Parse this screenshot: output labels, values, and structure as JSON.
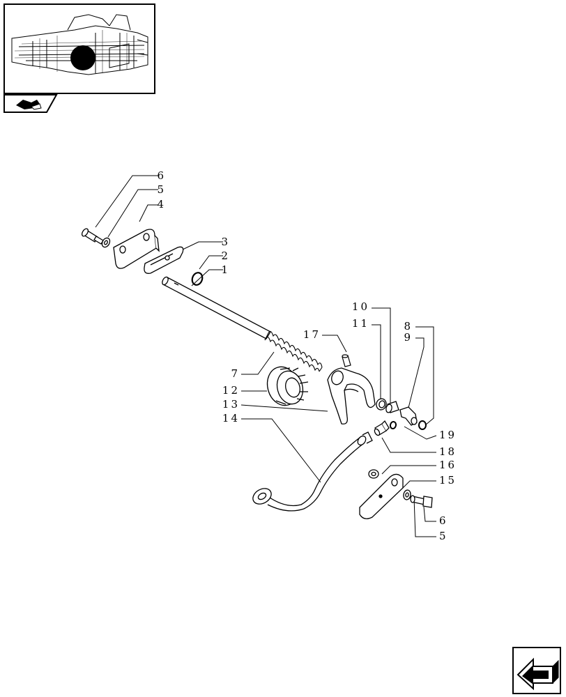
{
  "callouts": [
    {
      "id": "c6a",
      "label": "6"
    },
    {
      "id": "c5a",
      "label": "5"
    },
    {
      "id": "c4",
      "label": "4"
    },
    {
      "id": "c3",
      "label": "3"
    },
    {
      "id": "c2",
      "label": "2"
    },
    {
      "id": "c1",
      "label": "1"
    },
    {
      "id": "c10",
      "label": "10"
    },
    {
      "id": "c11",
      "label": "11"
    },
    {
      "id": "c8",
      "label": "8"
    },
    {
      "id": "c9",
      "label": "9"
    },
    {
      "id": "c17",
      "label": "17"
    },
    {
      "id": "c7",
      "label": "7"
    },
    {
      "id": "c12",
      "label": "12"
    },
    {
      "id": "c13",
      "label": "13"
    },
    {
      "id": "c14",
      "label": "14"
    },
    {
      "id": "c19",
      "label": "19"
    },
    {
      "id": "c18",
      "label": "18"
    },
    {
      "id": "c16",
      "label": "16"
    },
    {
      "id": "c15",
      "label": "15"
    },
    {
      "id": "c6b",
      "label": "6"
    },
    {
      "id": "c5b",
      "label": "5"
    }
  ],
  "icons": {
    "thumbnail": "transmission-assembly-thumbnail",
    "tab": "tractor-tab-icon",
    "nav": "next-page-arrow-icon"
  }
}
